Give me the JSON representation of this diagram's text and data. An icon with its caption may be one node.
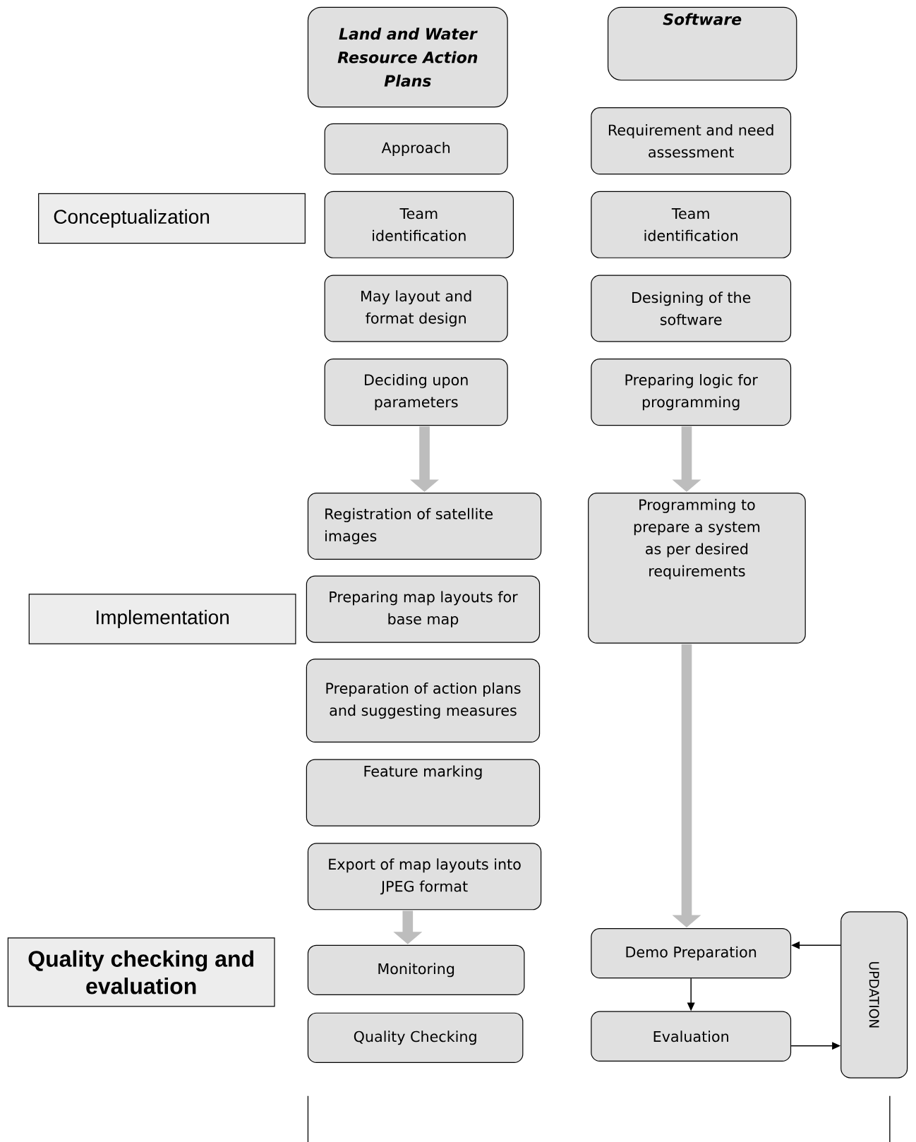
{
  "diagram": {
    "nodes": [
      {
        "text": [
          "Land and Water Resource Action Plans"
        ]
      },
      {
        "text": [
          "Software"
        ]
      },
      {
        "text": [
          "Approach"
        ]
      },
      {
        "text": [
          "Requirement and need assessment"
        ]
      },
      {
        "text": [
          "Conceptualization"
        ]
      },
      {
        "text": [
          "Team identification"
        ]
      },
      {
        "text": [
          "Team identification"
        ]
      },
      {
        "text": [
          "May layout and format design"
        ]
      },
      {
        "text": [
          "Designing of the software"
        ]
      },
      {
        "text": [
          "Deciding upon parameters"
        ]
      },
      {
        "text": [
          "Preparing logic for programming"
        ]
      },
      {
        "text": [
          "Registration of satellite images"
        ]
      },
      {
        "text": [
          "Programming to prepare a system as per desired requirements"
        ]
      },
      {
        "text": [
          "Implementation"
        ]
      },
      {
        "text": [
          "Preparing map layouts for base map"
        ]
      },
      {
        "text": [
          "Preparation of action plans and suggesting measures"
        ]
      },
      {
        "text": [
          "Feature marking"
        ]
      },
      {
        "text": [
          "Export of map layouts into JPEG format"
        ]
      },
      {
        "text": [
          "Quality checking and evaluation"
        ]
      },
      {
        "text": [
          "Monitoring"
        ]
      },
      {
        "text": [
          "Demo Preparation"
        ]
      },
      {
        "text": [
          "Quality Checking"
        ]
      },
      {
        "text": [
          "Evaluation"
        ]
      },
      {
        "text": [
          "UPDATION"
        ]
      }
    ],
    "edges": [
      {
        "from": 9,
        "to": 11,
        "arrow": "to"
      },
      {
        "from": 10,
        "to": 12,
        "arrow": "to"
      },
      {
        "from": 12,
        "to": 20,
        "arrow": "to"
      },
      {
        "from": 17,
        "to": 19,
        "arrow": "to"
      },
      {
        "from": 23,
        "to": 20,
        "arrow": "to",
        "color": "#000000"
      },
      {
        "from": 20,
        "to": 22,
        "arrow": "to",
        "color": "#000000"
      },
      {
        "from": 22,
        "to": 23,
        "arrow": "to",
        "color": "#000000"
      }
    ]
  }
}
